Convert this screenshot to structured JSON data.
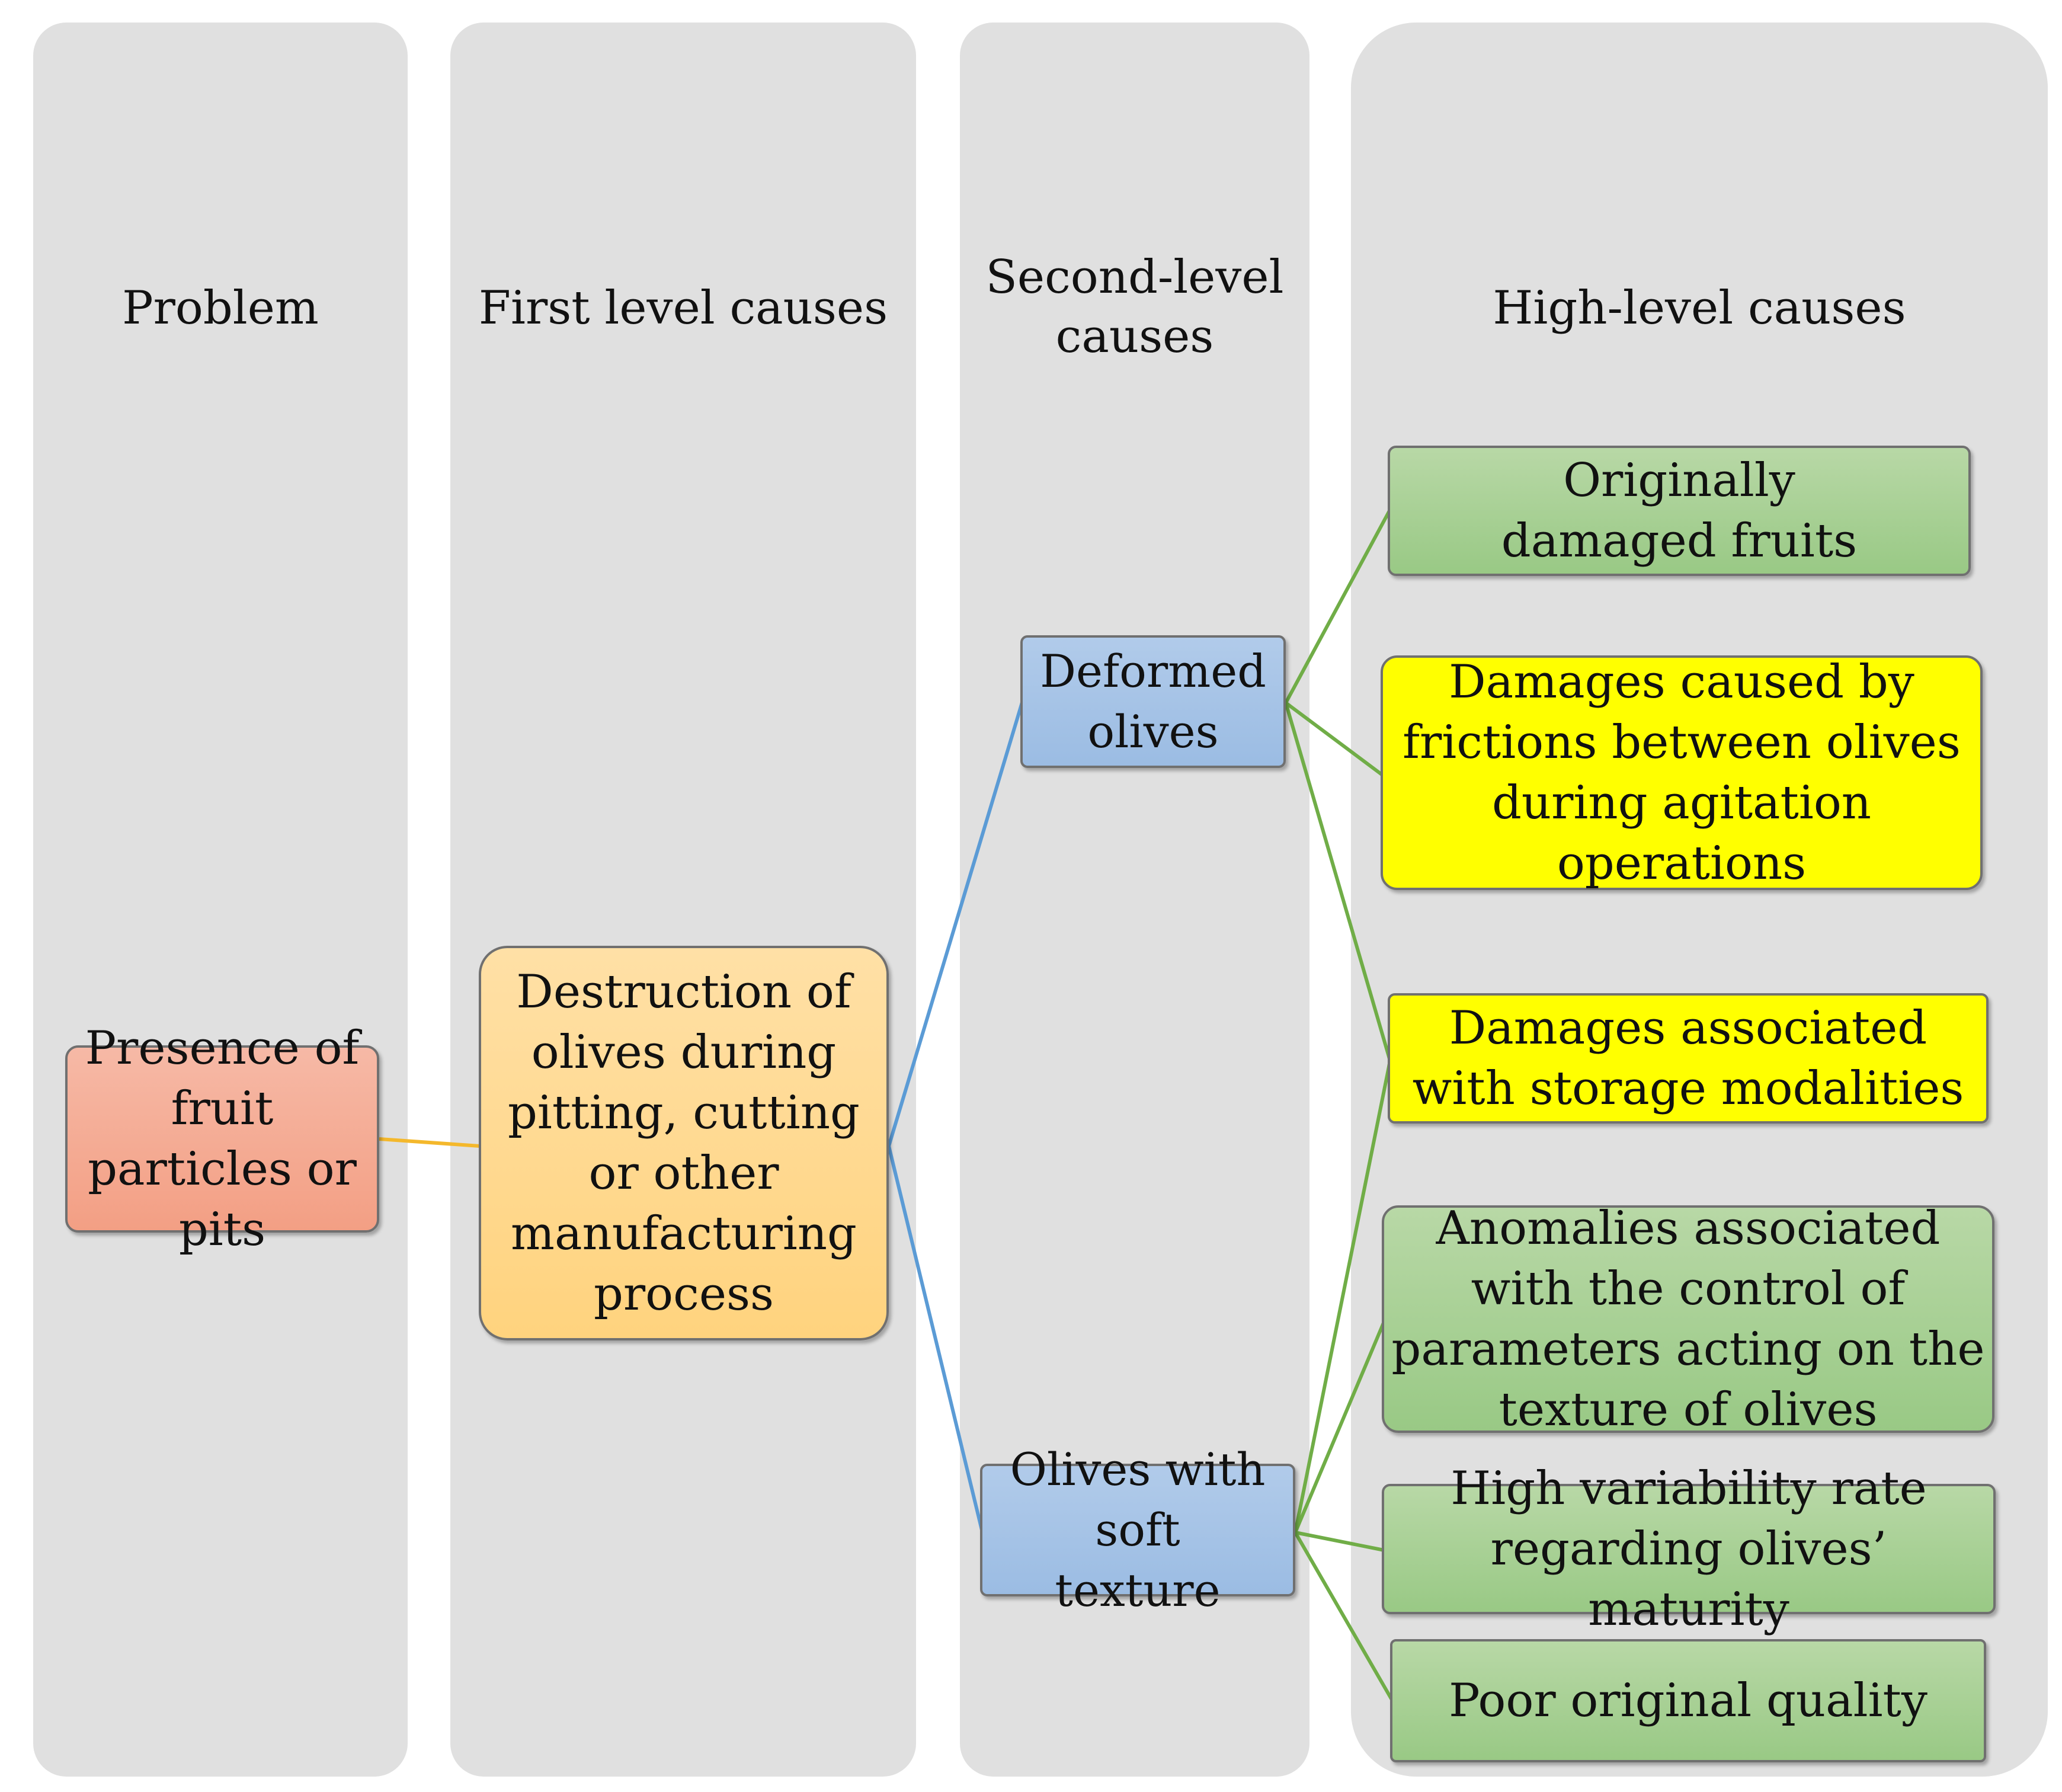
{
  "columns": {
    "problem": "Problem",
    "first": "First level causes",
    "second_line1": "Second-level",
    "second_line2": "causes",
    "high": "High-level causes"
  },
  "nodes": {
    "problem": "Presence of fruit particles or pits",
    "first": "Destruction of olives during pitting, cutting or other manufacturing process",
    "deformed": "Deformed olives",
    "soft": "Olives with soft texture",
    "h1": "Originally damaged fruits",
    "h2": "Damages caused by frictions between olives during agitation operations",
    "h3": "Damages associated with storage modalities",
    "h4": "Anomalies associated with the control of parameters acting on the texture of olives",
    "h5": "High variability rate regarding  olives’ maturity",
    "h6": "Poor original quality"
  },
  "colors": {
    "problem": "#f5a88f",
    "first": "#ffd98e",
    "second": "#a3c2e6",
    "high_green": "#a6cf92",
    "high_yellow": "#ffff00",
    "link_problem": "#f4b82c",
    "link_first": "#5b9bd5",
    "link_second": "#70ad47"
  }
}
